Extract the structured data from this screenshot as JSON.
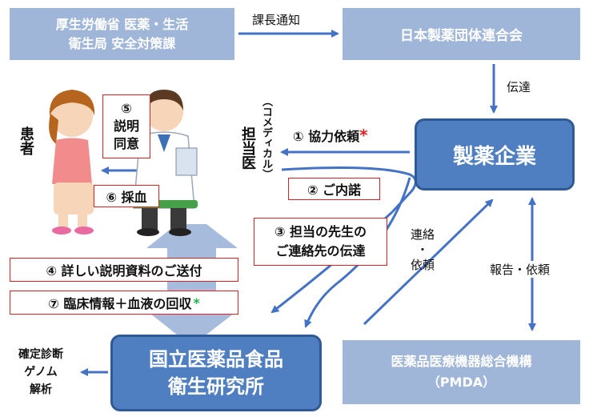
{
  "mhlw": {
    "line1": "厚生労働省 医薬・生活",
    "line2": "衛生局 安全対策課"
  },
  "notice_label": "課長通知",
  "federation": "日本製薬団体連合会",
  "transmit_label": "伝達",
  "pharma": "製薬企業",
  "step1": {
    "text": "① 協力依頼",
    "star": "*"
  },
  "step2": "② ご内諾",
  "step3": {
    "line1": "③ 担当の先生の",
    "line2": "ご連絡先の伝達"
  },
  "contact_label": {
    "line1": "連絡",
    "line2": "・",
    "line3": "依頼"
  },
  "report_label": "報告・依頼",
  "step4": "④ 詳しい説明資料のご送付",
  "step7": {
    "text": "⑦ 臨床情報＋血液の回収",
    "star": "*"
  },
  "step5": {
    "num": "⑤",
    "line1": "説明",
    "line2": "同意"
  },
  "step6": "⑥ 採血",
  "patient": "患者",
  "doctor": {
    "main": "担当医",
    "sub": "（コメディカル）"
  },
  "nihs": {
    "line1": "国立医薬品食品",
    "line2": "衛生研究所"
  },
  "pmda": {
    "line1": "医薬品医療機器総合機構",
    "line2": "（PMDA）"
  },
  "output": {
    "line1": "確定診断",
    "line2": "ゲノム",
    "line3": "解析"
  }
}
